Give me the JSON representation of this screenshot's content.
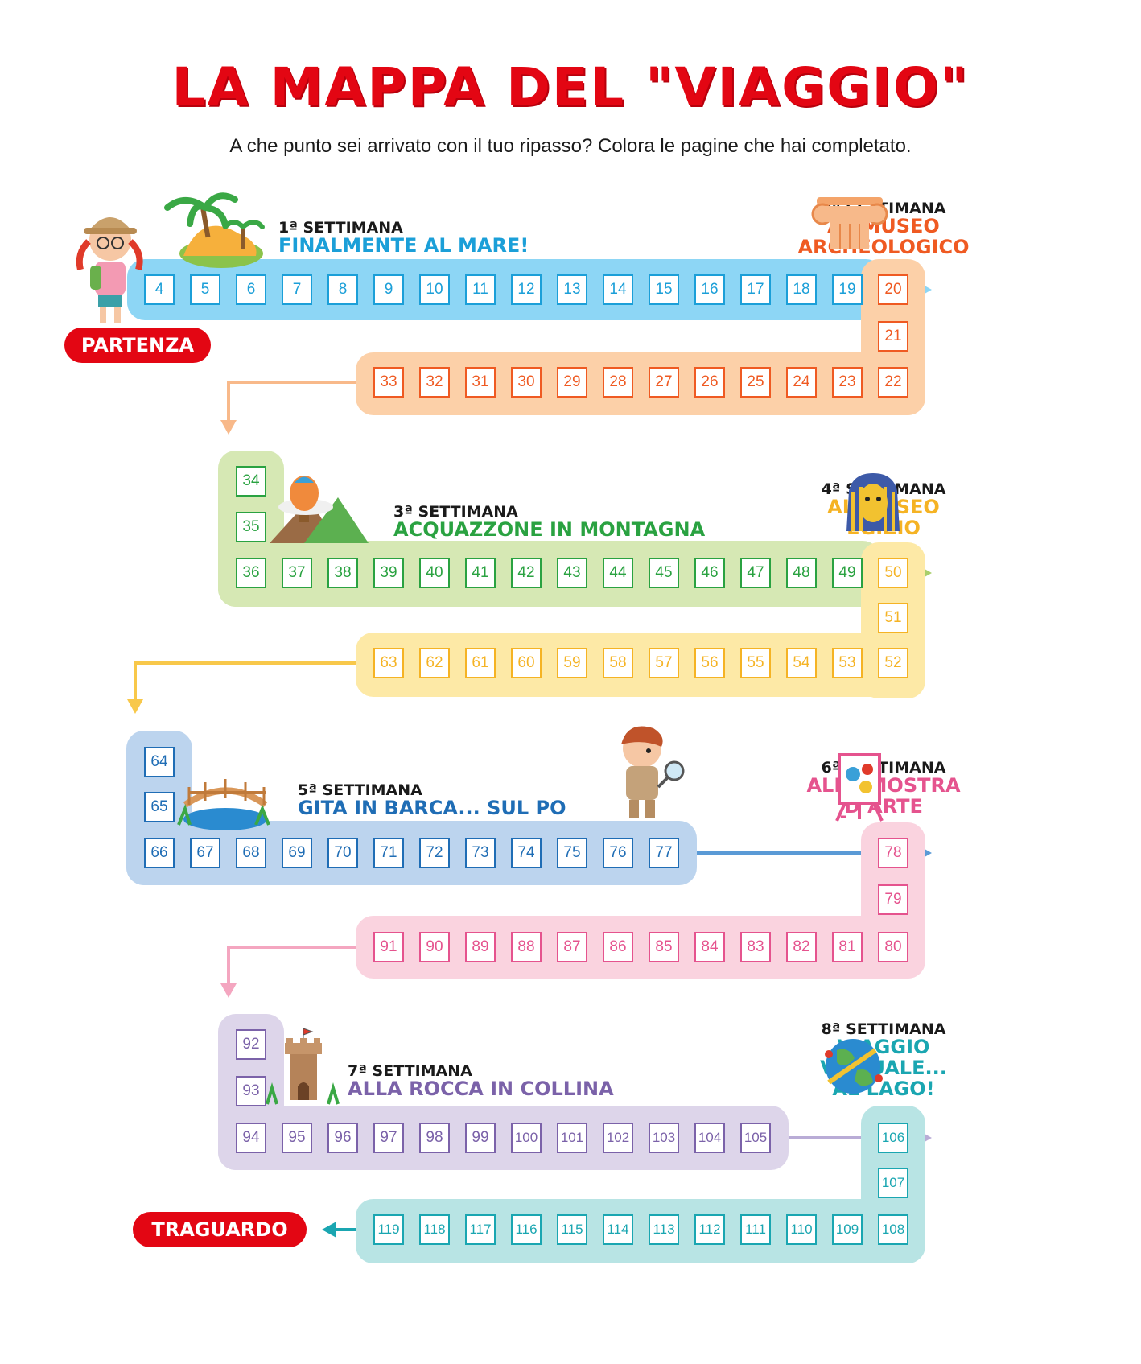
{
  "title": "LA MAPPA DEL \"VIAGGIO\"",
  "subtitle": "A che punto sei arrivato con il tuo ripasso? Colora le pagine che hai completato.",
  "start_label": "PARTENZA",
  "finish_label": "TRAGUARDO",
  "weeks": [
    {
      "label": "1ª SETTIMANA",
      "destination": "FINALMENTE AL MARE!",
      "color": "#1b9fd8",
      "band": "#8dd6f5",
      "icon": "island-palm-icon",
      "pages_from": 4,
      "pages_to": 19
    },
    {
      "label": "2ª SETTIMANA",
      "destination": "AL MUSEO\nARCHEOLOGICO",
      "color": "#ef5a22",
      "band": "#fcd0a8",
      "icon": "column-capital-icon",
      "pages_from": 20,
      "pages_to": 33
    },
    {
      "label": "3ª SETTIMANA",
      "destination": "ACQUAZZONE IN MONTAGNA",
      "color": "#2aa241",
      "band": "#d6e8b4",
      "icon": "balloon-mountains-icon",
      "pages_from": 34,
      "pages_to": 49
    },
    {
      "label": "4ª SETTIMANA",
      "destination": "AL MUSEO\nEGIZIO",
      "color": "#f5b324",
      "band": "#fde9a6",
      "icon": "pharaoh-mask-icon",
      "pages_from": 50,
      "pages_to": 63
    },
    {
      "label": "5ª SETTIMANA",
      "destination": "GITA IN BARCA... SUL PO",
      "color": "#1f6db5",
      "band": "#bcd4ee",
      "icon": "bridge-river-icon",
      "pages_from": 64,
      "pages_to": 77
    },
    {
      "label": "6ª SETTIMANA",
      "destination": "ALLA MOSTRA\nD’ARTE",
      "color": "#e5538e",
      "band": "#fad3df",
      "icon": "easel-painting-icon",
      "pages_from": 78,
      "pages_to": 91
    },
    {
      "label": "7ª SETTIMANA",
      "destination": "ALLA ROCCA IN COLLINA",
      "color": "#7b62a9",
      "band": "#ddd5ea",
      "icon": "tower-icon",
      "pages_from": 92,
      "pages_to": 105
    },
    {
      "label": "8ª SETTIMANA",
      "destination": "VIAGGIO\nVIRTUALE...\nAL LAGO!",
      "color": "#1aa6b1",
      "band": "#b8e4e4",
      "icon": "globe-icon",
      "pages_from": 106,
      "pages_to": 119
    }
  ]
}
